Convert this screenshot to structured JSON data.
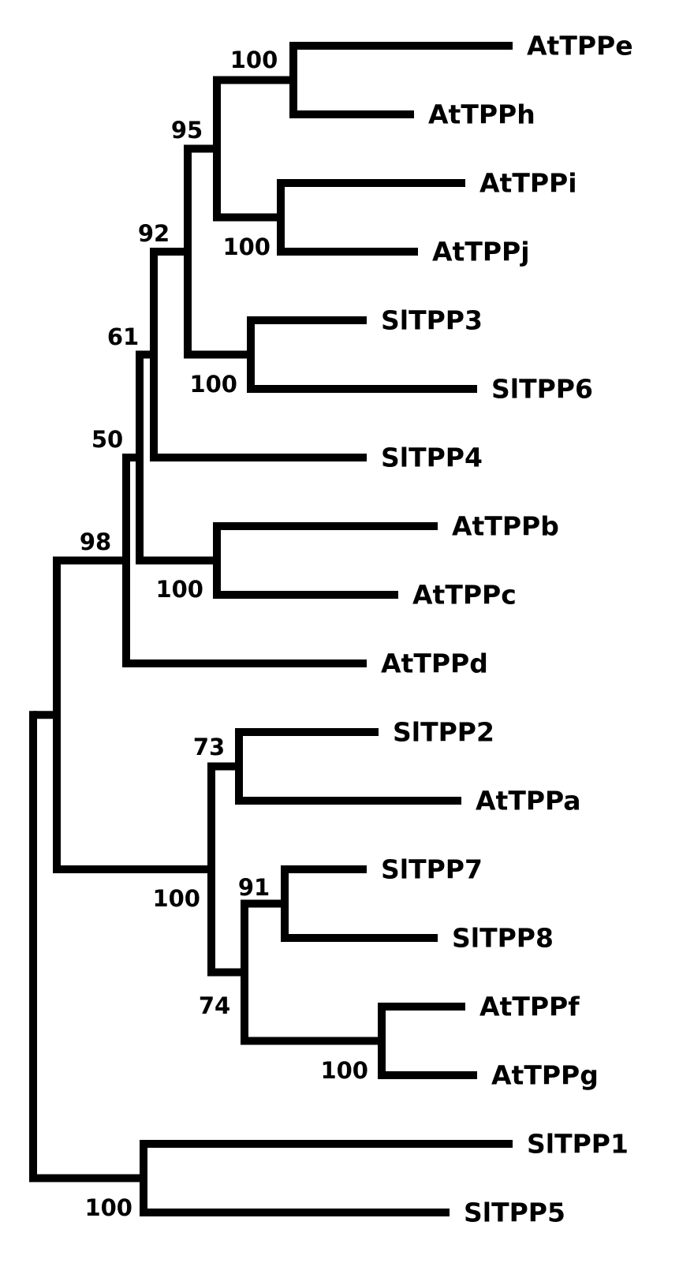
{
  "diagram": {
    "type": "phylogenetic-tree",
    "line_color": "#000000",
    "text_color": "#000000",
    "background": "#ffffff",
    "leaves": [
      {
        "id": "AtTPPe",
        "label": "AtTPPe"
      },
      {
        "id": "AtTPPh",
        "label": "AtTPPh"
      },
      {
        "id": "AtTPPi",
        "label": "AtTPPi"
      },
      {
        "id": "AtTPPj",
        "label": "AtTPPj"
      },
      {
        "id": "SlTPP3",
        "label": "SlTPP3"
      },
      {
        "id": "SlTPP6",
        "label": "SlTPP6"
      },
      {
        "id": "SlTPP4",
        "label": "SlTPP4"
      },
      {
        "id": "AtTPPb",
        "label": "AtTPPb"
      },
      {
        "id": "AtTPPc",
        "label": "AtTPPc"
      },
      {
        "id": "AtTPPd",
        "label": "AtTPPd"
      },
      {
        "id": "SlTPP2",
        "label": "SlTPP2"
      },
      {
        "id": "AtTPPa",
        "label": "AtTPPa"
      },
      {
        "id": "SlTPP7",
        "label": "SlTPP7"
      },
      {
        "id": "SlTPP8",
        "label": "SlTPP8"
      },
      {
        "id": "AtTPPf",
        "label": "AtTPPf"
      },
      {
        "id": "AtTPPg",
        "label": "AtTPPg"
      },
      {
        "id": "SlTPP1",
        "label": "SlTPP1"
      },
      {
        "id": "SlTPP5",
        "label": "SlTPP5"
      }
    ],
    "clades": [
      {
        "id": "eh",
        "children": [
          "AtTPPe",
          "AtTPPh"
        ],
        "support": "100"
      },
      {
        "id": "ij",
        "children": [
          "AtTPPi",
          "AtTPPj"
        ],
        "support": "100"
      },
      {
        "id": "ehij",
        "children": [
          "eh",
          "ij"
        ],
        "support": "95"
      },
      {
        "id": "s36",
        "children": [
          "SlTPP3",
          "SlTPP6"
        ],
        "support": "100"
      },
      {
        "id": "ehij36",
        "children": [
          "ehij",
          "s36"
        ],
        "support": "92"
      },
      {
        "id": "n61",
        "children": [
          "ehij36",
          "SlTPP4"
        ],
        "support": "61"
      },
      {
        "id": "bc",
        "children": [
          "AtTPPb",
          "AtTPPc"
        ],
        "support": "100"
      },
      {
        "id": "n50",
        "children": [
          "n61",
          "bc"
        ],
        "support": "50"
      },
      {
        "id": "n98",
        "children": [
          "n50",
          "AtTPPd"
        ],
        "support": "98"
      },
      {
        "id": "s2a",
        "children": [
          "SlTPP2",
          "AtTPPa"
        ],
        "support": "73"
      },
      {
        "id": "s78",
        "children": [
          "SlTPP7",
          "SlTPP8"
        ],
        "support": "91"
      },
      {
        "id": "fg",
        "children": [
          "AtTPPf",
          "AtTPPg"
        ],
        "support": "100"
      },
      {
        "id": "n74",
        "children": [
          "s78",
          "fg"
        ],
        "support": "74"
      },
      {
        "id": "n100b",
        "children": [
          "s2a",
          "n74"
        ],
        "support": "100"
      },
      {
        "id": "ingroup",
        "children": [
          "n98",
          "n100b"
        ],
        "support": ""
      },
      {
        "id": "s15",
        "children": [
          "SlTPP1",
          "SlTPP5"
        ],
        "support": "100"
      },
      {
        "id": "root",
        "children": [
          "ingroup",
          "s15"
        ],
        "support": ""
      }
    ]
  }
}
